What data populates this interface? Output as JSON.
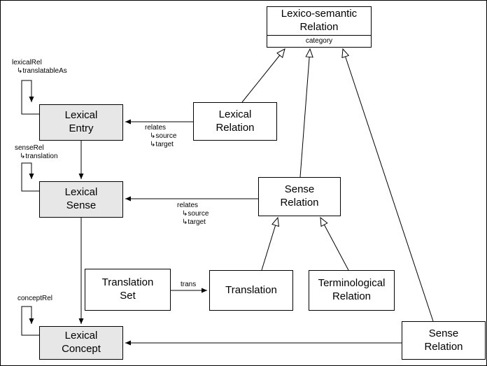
{
  "boxes": {
    "lexico_semantic_relation": {
      "title": "Lexico-semantic\nRelation",
      "attribute": "category"
    },
    "lexical_entry": {
      "title": "Lexical\nEntry"
    },
    "lexical_relation": {
      "title": "Lexical\nRelation"
    },
    "lexical_sense": {
      "title": "Lexical\nSense"
    },
    "sense_relation": {
      "title": "Sense\nRelation"
    },
    "translation_set": {
      "title": "Translation\nSet"
    },
    "translation": {
      "title": "Translation"
    },
    "terminological_relation": {
      "title": "Terminological\nRelation"
    },
    "lexical_concept": {
      "title": "Lexical\nConcept"
    },
    "sense_relation_bottom": {
      "title": "Sense\nRelation"
    }
  },
  "labels": {
    "lexical_rel": {
      "name": "lexicalRel",
      "sub": "↳translatableAs"
    },
    "sense_rel": {
      "name": "senseRel",
      "sub": "↳translation"
    },
    "concept_rel": {
      "name": "conceptRel"
    },
    "relates_entry": {
      "name": "relates",
      "source": "↳source",
      "target": "↳target"
    },
    "relates_sense": {
      "name": "relates",
      "source": "↳source",
      "target": "↳target"
    },
    "trans": {
      "name": "trans"
    }
  },
  "edges": [
    {
      "from": "Lexical Relation",
      "to": "Lexico-semantic Relation",
      "type": "generalization"
    },
    {
      "from": "Sense Relation",
      "to": "Lexico-semantic Relation",
      "type": "generalization"
    },
    {
      "from": "Sense Relation (bottom)",
      "to": "Lexico-semantic Relation",
      "type": "generalization"
    },
    {
      "from": "Translation",
      "to": "Sense Relation",
      "type": "generalization"
    },
    {
      "from": "Terminological Relation",
      "to": "Sense Relation",
      "type": "generalization"
    },
    {
      "from": "Lexical Relation",
      "to": "Lexical Entry",
      "type": "association",
      "label": "relates ↳source ↳target"
    },
    {
      "from": "Sense Relation",
      "to": "Lexical Sense",
      "type": "association",
      "label": "relates ↳source ↳target"
    },
    {
      "from": "Lexical Entry",
      "to": "Lexical Sense",
      "type": "association"
    },
    {
      "from": "Lexical Sense",
      "to": "Lexical Concept",
      "type": "association"
    },
    {
      "from": "Translation Set",
      "to": "Translation",
      "type": "association",
      "label": "trans"
    },
    {
      "from": "Sense Relation (bottom)",
      "to": "Lexical Concept",
      "type": "association"
    },
    {
      "from": "Lexical Entry",
      "to": "Lexical Entry",
      "type": "self-association",
      "label": "lexicalRel ↳translatableAs"
    },
    {
      "from": "Lexical Sense",
      "to": "Lexical Sense",
      "type": "self-association",
      "label": "senseRel ↳translation"
    },
    {
      "from": "Lexical Concept",
      "to": "Lexical Concept",
      "type": "self-association",
      "label": "conceptRel"
    }
  ],
  "colors": {
    "node_fill_gray": "#e7e7e7",
    "node_fill_white": "#ffffff",
    "line": "#000000",
    "background": "#ffffff"
  }
}
